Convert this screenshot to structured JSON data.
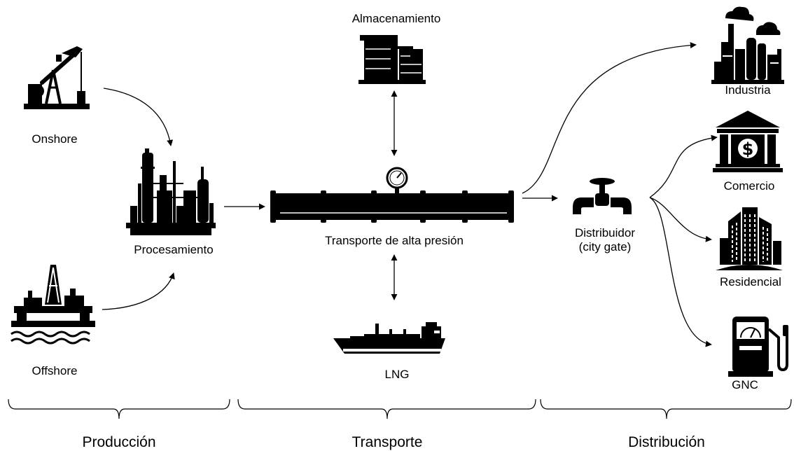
{
  "nodes": {
    "onshore": "Onshore",
    "offshore": "Offshore",
    "procesamiento": "Procesamiento",
    "almacenamiento": "Almacenamiento",
    "transporte_alta": "Transporte de alta presión",
    "lng": "LNG",
    "distribuidor_line1": "Distribuidor",
    "distribuidor_line2": "(city gate)",
    "industria": "Industria",
    "comercio": "Comercio",
    "residencial": "Residencial",
    "gnc": "GNC"
  },
  "stages": {
    "produccion": "Producción",
    "transporte": "Transporte",
    "distribucion": "Distribución"
  },
  "icons": {
    "onshore": "pumpjack-icon",
    "offshore": "offshore-platform-icon",
    "procesamiento": "refinery-icon",
    "almacenamiento": "storage-tank-icon",
    "transporte_alta": "pipeline-with-gauge-icon",
    "lng": "lng-tanker-ship-icon",
    "distribuidor": "valve-icon",
    "industria": "factory-icon",
    "comercio": "bank-icon",
    "residencial": "city-buildings-icon",
    "gnc": "fuel-pump-icon"
  },
  "colors": {
    "ink": "#000000",
    "background": "#ffffff"
  }
}
